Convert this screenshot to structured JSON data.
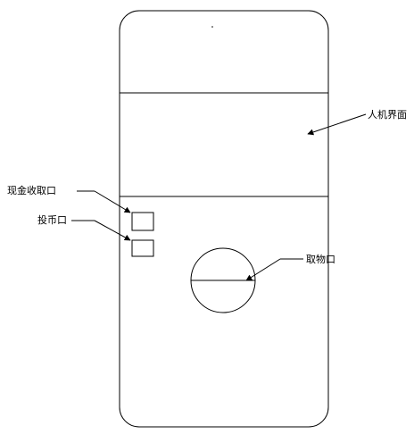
{
  "diagram": {
    "line_color": "#000000",
    "background_color": "#ffffff",
    "labels": {
      "hmi": "人机界面",
      "cash_slot": "现金收取口",
      "coin_slot": "投币口",
      "pickup_port": "取物口"
    }
  }
}
